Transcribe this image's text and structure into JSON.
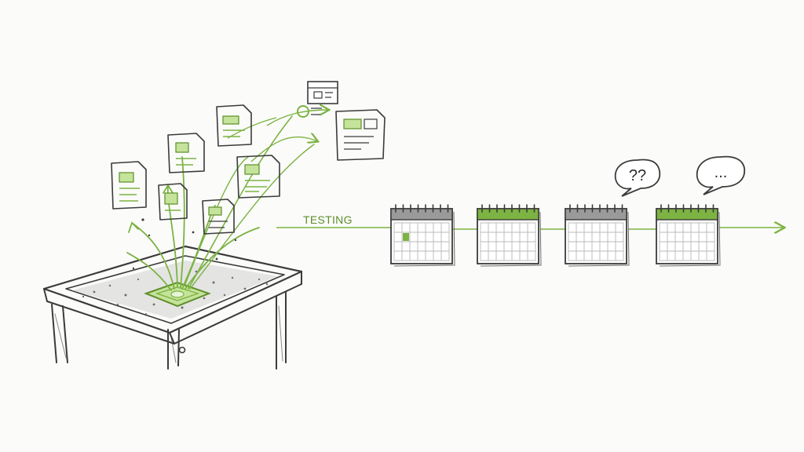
{
  "colors": {
    "accent": "#7cb342",
    "accent_dark": "#5d8f2a",
    "ink": "#3b3b3b",
    "paper": "#fbfbfa"
  },
  "timeline": {
    "label": "TESTING",
    "calendars": [
      {
        "header": "gray",
        "highlight_cell": true
      },
      {
        "header": "green",
        "highlight_cell": false
      },
      {
        "header": "gray",
        "highlight_cell": false
      },
      {
        "header": "green",
        "highlight_cell": false
      }
    ],
    "bubbles": [
      {
        "text": "??",
        "over_calendar": 3
      },
      {
        "text": "...",
        "over_calendar": 4
      }
    ]
  },
  "sandbox": {
    "icon": "sandbox-table-icon"
  },
  "documents": {
    "icon": "document-icon"
  }
}
